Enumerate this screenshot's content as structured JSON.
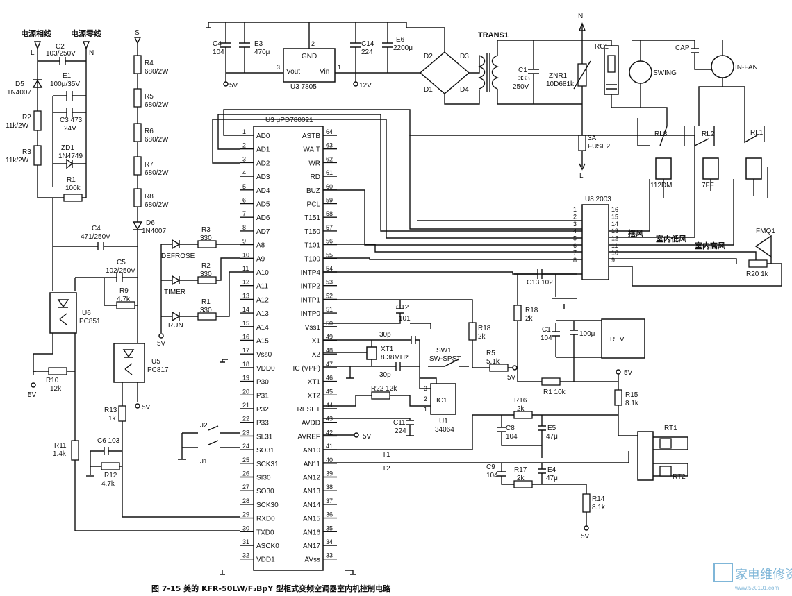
{
  "caption": "图 7-15   美的 KFR-50LW/F₂BpY 型柜式变频空调器室内机控制电路",
  "watermark": {
    "text": "家电维修资料网",
    "url": "www.520101.com"
  },
  "mains": {
    "live": "电源相线",
    "neutral": "电源零线",
    "L": "L",
    "N": "N",
    "S": "S"
  },
  "left_components": {
    "C2": [
      "C2",
      "103/250V"
    ],
    "E1": [
      "E1",
      "100μ/35V"
    ],
    "D5": [
      "D5",
      "1N4007"
    ],
    "C3": [
      "C3 473",
      "24V"
    ],
    "R2": [
      "R2",
      "11k/2W"
    ],
    "ZD1": [
      "ZD1",
      "1N4749"
    ],
    "R3": [
      "R3",
      "11k/2W"
    ],
    "R1": [
      "R1",
      "100k"
    ],
    "C4": [
      "C4",
      "471/250V"
    ],
    "C5": [
      "C5",
      "102/250V"
    ],
    "R9": [
      "R9",
      "4.7k"
    ],
    "U6": [
      "U6",
      "PC851"
    ],
    "U5": [
      "U5",
      "PC817"
    ],
    "R10": [
      "R10",
      "12k"
    ],
    "R13": [
      "R13",
      "1k"
    ],
    "C6": "C6 103",
    "R12": [
      "R12",
      "4.7k"
    ],
    "R11": [
      "R11",
      "1.4k"
    ],
    "fivev": "5V"
  },
  "s_chain": [
    [
      "R4",
      "680/2W"
    ],
    [
      "R5",
      "680/2W"
    ],
    [
      "R6",
      "680/2W"
    ],
    [
      "R7",
      "680/2W"
    ],
    [
      "R8",
      "680/2W"
    ],
    [
      "D6",
      "1N4007"
    ]
  ],
  "leds": [
    {
      "label": "DEFROSE",
      "res": "R3",
      "val": "330"
    },
    {
      "label": "TIMER",
      "res": "R2",
      "val": "330"
    },
    {
      "label": "RUN",
      "res": "R1",
      "val": "330"
    }
  ],
  "jumpers": [
    "J2",
    "J1"
  ],
  "power_supply": {
    "C4": [
      "C4",
      "104"
    ],
    "E3": [
      "E3",
      "470μ"
    ],
    "reg": [
      "GND",
      "Vout",
      "Vin",
      "U3 7805"
    ],
    "pins": [
      "2",
      "3",
      "1"
    ],
    "C14": [
      "C14",
      "224"
    ],
    "E6": [
      "E6",
      "2200μ"
    ],
    "out5": "5V",
    "out12": "12V",
    "diodes": [
      "D2",
      "D3",
      "D1",
      "D4"
    ],
    "trans": "TRANS1",
    "C1": [
      "C1",
      "333",
      "250V"
    ],
    "ZNR1": [
      "ZNR1",
      "10D681k"
    ],
    "fuse": [
      "3A",
      "FUSE2"
    ],
    "N": "N",
    "L": "L"
  },
  "loads": {
    "RC1": "RC1",
    "swing": "SWING",
    "cap": "CAP",
    "fan": "IN-FAN",
    "relays": [
      "RL3",
      "RL2",
      "RL1"
    ],
    "relay_values": [
      "112DM",
      "7FF"
    ]
  },
  "mcu": {
    "title": "U3 μPD780021",
    "left_pins": [
      [
        "1",
        "AD0"
      ],
      [
        "2",
        "AD1"
      ],
      [
        "3",
        "AD2"
      ],
      [
        "4",
        "AD3"
      ],
      [
        "5",
        "AD4"
      ],
      [
        "6",
        "AD5"
      ],
      [
        "7",
        "AD6"
      ],
      [
        "8",
        "AD7"
      ],
      [
        "9",
        "A8"
      ],
      [
        "10",
        "A9"
      ],
      [
        "11",
        "A10"
      ],
      [
        "12",
        "A11"
      ],
      [
        "13",
        "A12"
      ],
      [
        "14",
        "A13"
      ],
      [
        "15",
        "A14"
      ],
      [
        "16",
        "A15"
      ],
      [
        "17",
        "Vss0"
      ],
      [
        "18",
        "VDD0"
      ],
      [
        "19",
        "P30"
      ],
      [
        "20",
        "P31"
      ],
      [
        "21",
        "P32"
      ],
      [
        "22",
        "P33"
      ],
      [
        "23",
        "SL31"
      ],
      [
        "24",
        "SO31"
      ],
      [
        "25",
        "SCK31"
      ],
      [
        "26",
        "SI30"
      ],
      [
        "27",
        "SO30"
      ],
      [
        "28",
        "SCK30"
      ],
      [
        "29",
        "RXD0"
      ],
      [
        "30",
        "TXD0"
      ],
      [
        "31",
        "ASCK0"
      ],
      [
        "32",
        "VDD1"
      ]
    ],
    "right_pins": [
      [
        "64",
        "ASTB"
      ],
      [
        "63",
        "WAIT"
      ],
      [
        "62",
        "WR"
      ],
      [
        "61",
        "RD"
      ],
      [
        "60",
        "BUZ"
      ],
      [
        "59",
        "PCL"
      ],
      [
        "58",
        "T151"
      ],
      [
        "57",
        "T150"
      ],
      [
        "56",
        "T101"
      ],
      [
        "55",
        "T100"
      ],
      [
        "54",
        "INTP4"
      ],
      [
        "53",
        "INTP2"
      ],
      [
        "52",
        "INTP1"
      ],
      [
        "51",
        "INTP0"
      ],
      [
        "50",
        "Vss1"
      ],
      [
        "49",
        "X1"
      ],
      [
        "48",
        "X2"
      ],
      [
        "47",
        "IC (VPP)"
      ],
      [
        "46",
        "XT1"
      ],
      [
        "45",
        "XT2"
      ],
      [
        "44",
        "RESET"
      ],
      [
        "43",
        "AVDD"
      ],
      [
        "42",
        "AVREF"
      ],
      [
        "41",
        "AN10"
      ],
      [
        "40",
        "AN11"
      ],
      [
        "39",
        "AN12"
      ],
      [
        "38",
        "AN13"
      ],
      [
        "37",
        "AN14"
      ],
      [
        "36",
        "AN15"
      ],
      [
        "35",
        "AN16"
      ],
      [
        "34",
        "AN17"
      ],
      [
        "33",
        "AVss"
      ]
    ]
  },
  "u8": {
    "title": "U8 2003",
    "left": [
      "1",
      "2",
      "3",
      "4",
      "5",
      "6",
      "7",
      "8"
    ],
    "right": [
      "16",
      "15",
      "14",
      "13",
      "12",
      "11",
      "10",
      "9"
    ],
    "labels": [
      "摆风",
      "室内低风",
      "室内高风"
    ]
  },
  "right_components": {
    "FMQ1": "FMQ1",
    "R20": "R20 1k",
    "C13": "C13 102",
    "R18a": [
      "R18",
      "2k"
    ],
    "C1b": [
      "C1",
      "104"
    ],
    "E100": "100μ",
    "REV": "REV",
    "R1b": "R1 10k",
    "fivev": "5V",
    "C12": [
      "C12",
      "101"
    ],
    "C30a": "30p",
    "C30b": "30p",
    "XT1": [
      "XT1",
      "8.38MHz"
    ],
    "SW1": [
      "SW1",
      "SW-SPST"
    ],
    "R18b": [
      "R18",
      "2k"
    ],
    "R5": [
      "R5",
      "5.1k"
    ],
    "R22": "R22 12k",
    "IC1": "IC1",
    "U1": [
      "U1",
      "34064"
    ],
    "C11": [
      "C11",
      "224"
    ],
    "ic1_pins": [
      "3",
      "2",
      "1"
    ],
    "R15": [
      "R15",
      "8.1k"
    ],
    "R16": [
      "R16",
      "2k"
    ],
    "C8": [
      "C8",
      "104"
    ],
    "E5": [
      "E5",
      "47μ"
    ],
    "RT1": "RT1",
    "T1": "T1",
    "T2": "T2",
    "C9": [
      "C9",
      "104"
    ],
    "R17": [
      "R17",
      "2k"
    ],
    "E4": [
      "E4",
      "47μ"
    ],
    "RT2": "RT2",
    "R14": [
      "R14",
      "8.1k"
    ]
  }
}
